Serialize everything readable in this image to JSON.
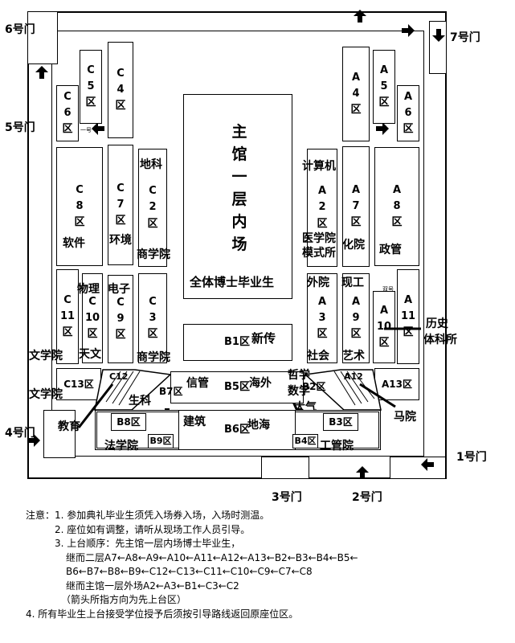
{
  "gates": {
    "g1": "1号门",
    "g2": "2号门",
    "g3": "3号门",
    "g4": "4号门",
    "g5": "5号门",
    "g6": "6号门",
    "g7": "7号门"
  },
  "center": {
    "title_chars": [
      "主",
      "馆",
      "一",
      "层",
      "内",
      "场"
    ],
    "caption": "全体博士毕业生"
  },
  "zones": {
    "A4": [
      "A",
      "4",
      "区"
    ],
    "A5": [
      "A",
      "5",
      "区"
    ],
    "A6": [
      "A",
      "6",
      "区"
    ],
    "A7": [
      "A",
      "7",
      "区"
    ],
    "A8": [
      "A",
      "8",
      "区"
    ],
    "A2": [
      "A",
      "2",
      "区"
    ],
    "A3": [
      "A",
      "3",
      "区"
    ],
    "A9": [
      "A",
      "9",
      "区"
    ],
    "A10": [
      "A",
      "10",
      "区"
    ],
    "A11": [
      "A",
      "11",
      "区"
    ],
    "A12": "A12",
    "A13": "A13区",
    "C5": [
      "C",
      "5",
      "区"
    ],
    "C4": [
      "C",
      "4",
      "区"
    ],
    "C6": [
      "C",
      "6",
      "区"
    ],
    "C8": [
      "C",
      "8",
      "区"
    ],
    "C7": [
      "C",
      "7",
      "区"
    ],
    "C2": [
      "C",
      "2",
      "区"
    ],
    "C11": [
      "C",
      "11",
      "区"
    ],
    "C10": [
      "C",
      "10",
      "区"
    ],
    "C9": [
      "C",
      "9",
      "区"
    ],
    "C3": [
      "C",
      "3",
      "区"
    ],
    "C12": "C12",
    "C13": "C13区",
    "B1": "B1区",
    "B2": "B2区",
    "B3": "B3区",
    "B4": "B4区",
    "B5": "B5区",
    "B6": "B6区",
    "B7": "B7区",
    "B8": "B8区",
    "B9": "B9区"
  },
  "colleges": {
    "dike": "地科",
    "jisuanji": "计算机",
    "ruanjian": "软件",
    "huanjing": "环境",
    "shangxueyuan1": "商学院",
    "yixueyuan": "医学院",
    "mosuo": "模式所",
    "huayuan": "化院",
    "zhengguan": "政管",
    "wuli": "物理",
    "dianzi": "电子",
    "waiyuan": "外院",
    "xiangong": "现工",
    "lishi": "历史",
    "tiwen_ke": "体科所",
    "xinchuan": "新传",
    "wenxueyuan1": "文学院",
    "tianwen": "天文",
    "shangxueyuan2": "商学院",
    "shehui": "社会",
    "yishu": "艺术",
    "wenxueyuan2": "文学院",
    "xinguan": "信管",
    "haiwai": "海外",
    "zhexue": "哲学",
    "shuxue": "数学",
    "daqi": "大气",
    "shengke": "生科",
    "jiaoyu": "教育",
    "jianzhu": "建筑",
    "dihai": "地海",
    "mayuan": "马院",
    "faxueyuan": "法学院",
    "gongguanyuan": "工管院",
    "door_small_1": "一号",
    "door_small_2": "双号",
    "door_small_3": "双号"
  },
  "notes": [
    "注意：1. 参加典礼毕业生须凭入场券入场，入场时测温。",
    "2. 座位如有调整，请听从现场工作人员引导。",
    "3. 上台顺序：先主馆一层内场博士毕业生，",
    "继而二层A7←A8←A9←A10←A11←A12←A13←B2←B3←B4←B5←",
    "B6←B7←B8←B9←C12←C13←C11←C10←C9←C7←C8",
    "继而主馆一层外场A2←A3←B1←C3←C2",
    "（箭头所指方向为先上台区）",
    "4. 所有毕业生上台接受学位授予后须按引导路线返回原座位区。"
  ]
}
